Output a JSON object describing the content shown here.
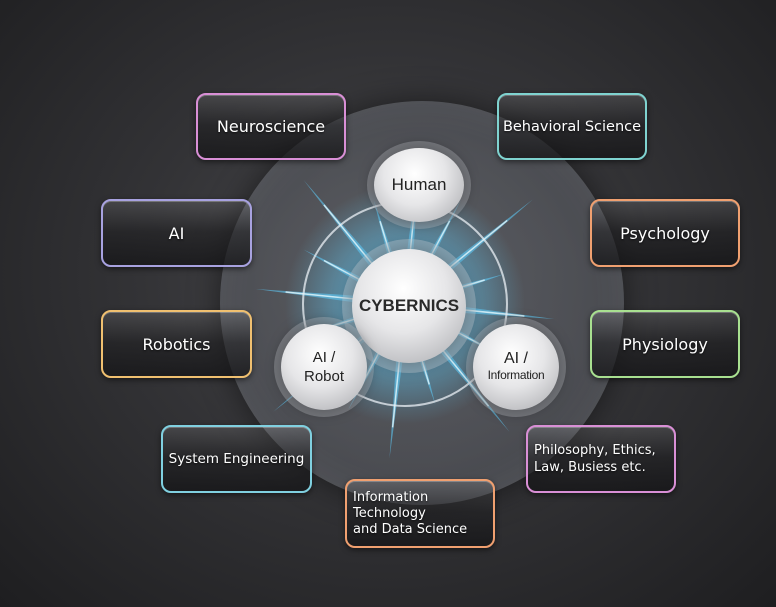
{
  "center": {
    "label": "CYBERNICS"
  },
  "nodes": {
    "human": "Human",
    "ai_robot": [
      "AI /",
      "Robot"
    ],
    "ai_information": [
      "AI /",
      "Information"
    ]
  },
  "fields": {
    "neuroscience": "Neuroscience",
    "behavioral_science": "Behavioral Science",
    "ai": "AI",
    "psychology": "Psychology",
    "robotics": "Robotics",
    "physiology": "Physiology",
    "system_engineering": "System Engineering",
    "philosophy": [
      "Philosophy, Ethics,",
      "Law, Busiess etc."
    ],
    "information_technology": [
      "Information",
      "Technology",
      "and Data Science"
    ]
  },
  "colors": {
    "pink": "#d98fd6",
    "teal": "#7fd3d0",
    "lavender": "#a8a2e0",
    "orange": "#f0a070",
    "amber": "#f0c070",
    "green": "#a8e090",
    "cyan": "#80d0e0",
    "glow": "#5fd0ff"
  }
}
